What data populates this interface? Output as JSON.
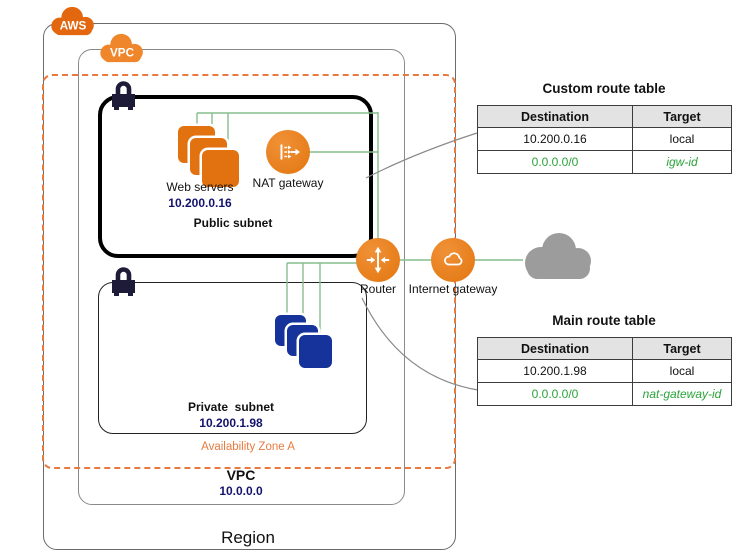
{
  "badges": {
    "aws": "AWS",
    "vpc": "VPC"
  },
  "region": {
    "label": "Region"
  },
  "vpc": {
    "label": "VPC",
    "cidr": "10.0.0.0"
  },
  "availability_zone": {
    "label": "Availability Zone A"
  },
  "public_subnet": {
    "label": "Public subnet",
    "web_servers_label": "Web servers",
    "web_servers_ip": "10.200.0.16",
    "nat_gateway_label": "NAT gateway"
  },
  "private_subnet": {
    "label": "Private  subnet",
    "ip": "10.200.1.98"
  },
  "router": {
    "label": "Router"
  },
  "internet_gateway": {
    "label": "Internet gateway"
  },
  "tables": {
    "custom": {
      "title": "Custom route table",
      "headers": [
        "Destination",
        "Target"
      ],
      "rows": [
        [
          "10.200.0.16",
          "local"
        ],
        [
          "0.0.0.0/0",
          "igw-id"
        ]
      ]
    },
    "main": {
      "title": "Main route table",
      "headers": [
        "Destination",
        "Target"
      ],
      "rows": [
        [
          "10.200.1.98",
          "local"
        ],
        [
          "0.0.0.0/0",
          "nat-gateway-id"
        ]
      ]
    }
  },
  "colors": {
    "aws_orange": "#e2670f",
    "vpc_badge_orange": "#f0862b",
    "icon_orange": "#e87f24",
    "server_orange": "#e2720f",
    "server_blue": "#15339b",
    "connector_green": "#86be8e",
    "az_dash_orange": "#e87a40",
    "route_green_text": "#2ba33b",
    "ip_navy_text": "#13136e",
    "gray_cloud": "#9c9c9c"
  }
}
